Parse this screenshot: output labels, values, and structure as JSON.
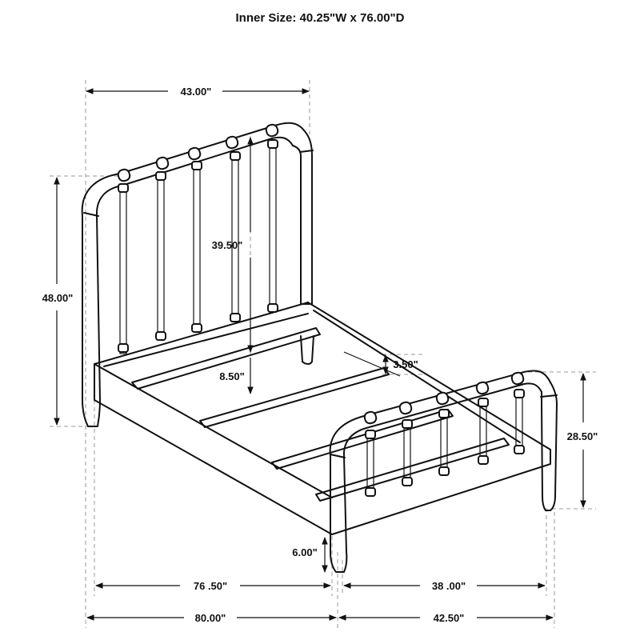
{
  "title": "Inner Size: 40.25\"W x 76.00\"D",
  "dimensions": {
    "headboard_width": "43.00\"",
    "total_height": "48.00\"",
    "headboard_panel": "39.50\"",
    "floor_clearance": "8.50\"",
    "rail_height": "3.50\"",
    "footboard_height": "28.50\"",
    "leg_height": "6.00\"",
    "inner_length": "76 .50\"",
    "inner_width": "38 .00\"",
    "overall_length": "80.00\"",
    "overall_width": "42.50\""
  }
}
